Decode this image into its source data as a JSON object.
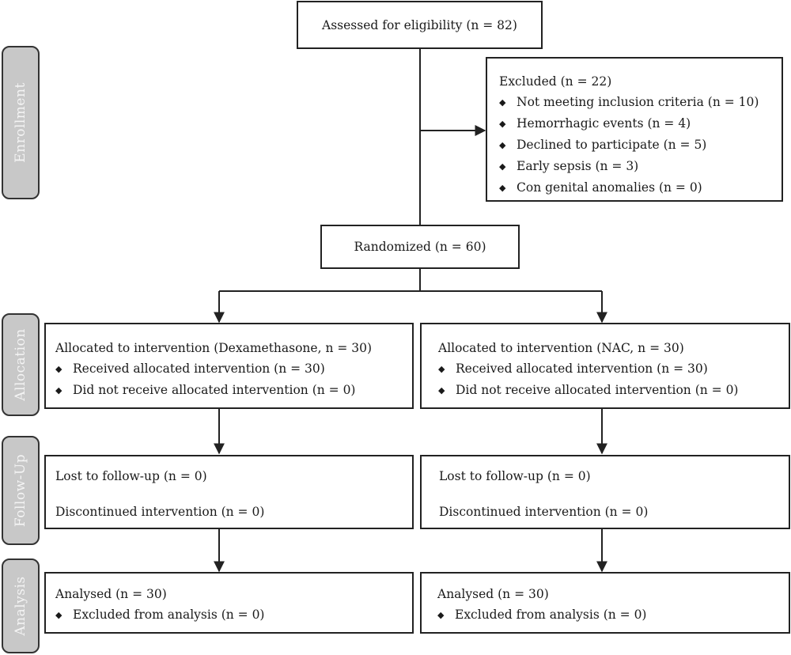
{
  "stages": {
    "enrollment": "Enrollment",
    "allocation": "Allocation",
    "followup": "Follow-Up",
    "analysis": "Analysis"
  },
  "assessed": "Assessed for eligibility (n = 82)",
  "excluded": {
    "title": "Excluded (n = 22)",
    "items": [
      "Not meeting inclusion criteria (n = 10)",
      "Hemorrhagic events (n = 4)",
      "Declined to participate (n = 5)",
      "Early sepsis (n = 3)",
      "Con genital anomalies (n = 0)"
    ]
  },
  "randomized": "Randomized (n = 60)",
  "allocation": {
    "left": {
      "title": "Allocated to intervention (Dexamethasone, n = 30)",
      "items": [
        "Received allocated intervention (n = 30)",
        "Did not receive allocated intervention (n = 0)"
      ]
    },
    "right": {
      "title": "Allocated to intervention (NAC, n = 30)",
      "items": [
        "Received allocated intervention (n = 30)",
        "Did not receive allocated intervention (n = 0)"
      ]
    }
  },
  "followup": {
    "left": {
      "lost": "Lost to follow-up (n = 0)",
      "discontinued": "Discontinued intervention (n = 0)"
    },
    "right": {
      "lost": "Lost to follow-up (n = 0)",
      "discontinued": "Discontinued intervention (n = 0)"
    }
  },
  "analysis": {
    "left": {
      "title": "Analysed (n = 30)",
      "items": [
        "Excluded from analysis (n = 0)"
      ]
    },
    "right": {
      "title": "Analysed (n = 30)",
      "items": [
        "Excluded from analysis (n = 0)"
      ]
    }
  }
}
